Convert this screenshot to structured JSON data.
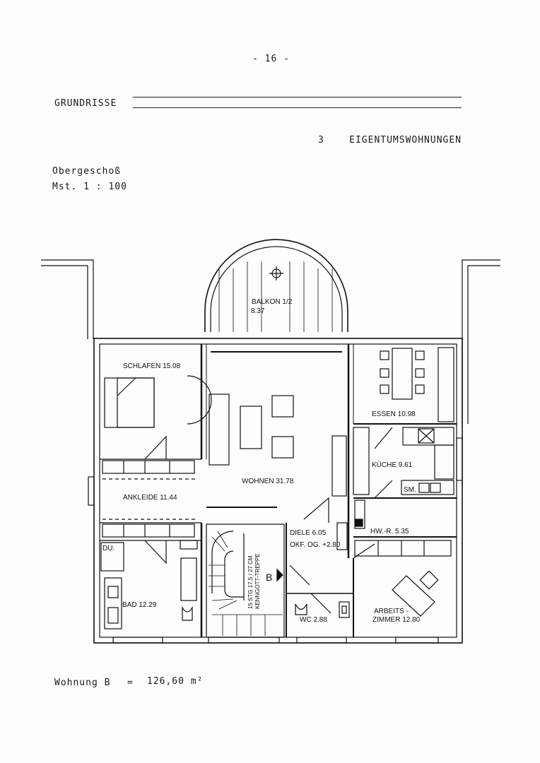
{
  "page": {
    "number": "- 16 -",
    "heading": "GRUNDRISSE",
    "subtitle": "3    EIGENTUMSWOHNUNGEN",
    "floor": "Obergeschoß",
    "scale": "Mst. 1 : 100",
    "summary": {
      "label": "Wohnung B",
      "equals": "=",
      "area": "126,60 m²"
    }
  },
  "rooms": {
    "balkon": "BALKON 1/2",
    "balkon_area": "8.37",
    "schlafen": "SCHLAFEN 15.08",
    "essen": "ESSEN 10.98",
    "kueche": "KÜCHE 9.61",
    "sm": "SM.",
    "wohnen": "WOHNEN 31.78",
    "ankleide": "ANKLEIDE 11.44",
    "hwr": "HW.-R. 5.35",
    "diele": "DIELE 6.05",
    "okf": "OKF. OG. +2.80",
    "du": "DU.",
    "bad": "BAD 12.29",
    "wc": "WC 2.88",
    "arbeits1": "ARBEITS -",
    "arbeits2": "ZIMMER 12.80",
    "stair_marker": "B",
    "stair_line1": "15 STG 17,5 / 27 CM",
    "stair_line2": "KENNGOTT-TREPPE"
  }
}
